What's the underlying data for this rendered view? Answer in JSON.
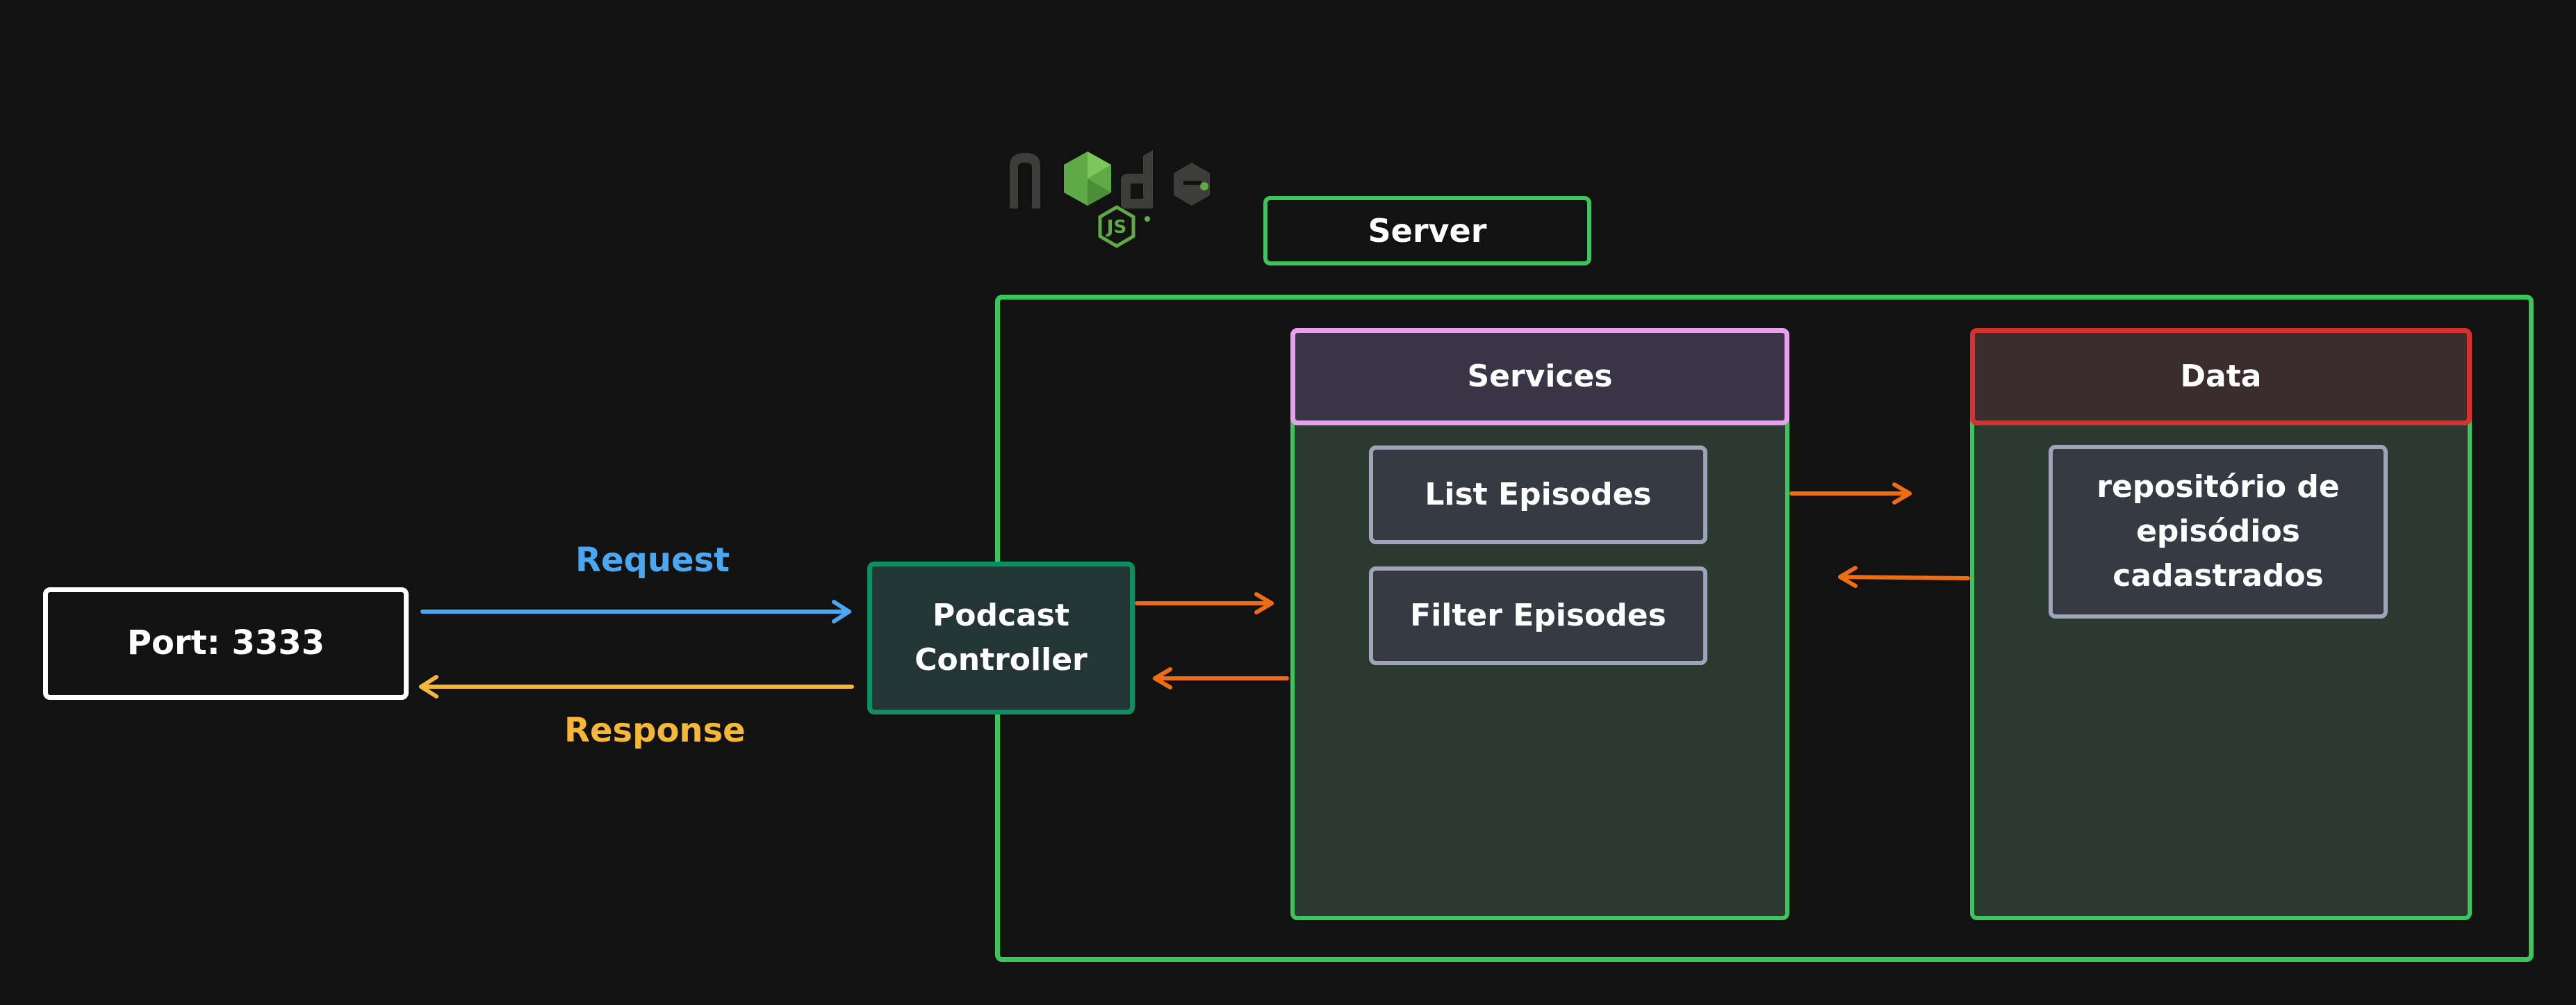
{
  "logo": {
    "icon": "nodejs-logo",
    "text": "node",
    "badge": "JS"
  },
  "colors": {
    "background": "#121212",
    "server": "#3cc55a",
    "services_header": "#e89ff0",
    "data_header": "#d9302f",
    "controller": "#0f8d63",
    "request": "#4aa7f2",
    "response": "#f6b738",
    "internal_arrow": "#ee6c12"
  },
  "nodes": {
    "server_label": "Server",
    "port": "Port: 3333",
    "controller": "Podcast Controller",
    "services": {
      "title": "Services",
      "items": [
        "List Episodes",
        "Filter Episodes"
      ]
    },
    "data": {
      "title": "Data",
      "item": "repositório de episódios cadastrados"
    }
  },
  "edges": {
    "request": "Request",
    "response": "Response"
  }
}
